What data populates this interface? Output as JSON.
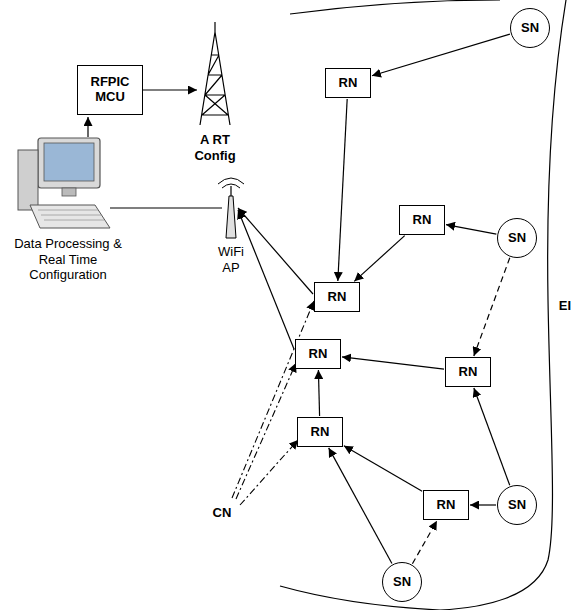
{
  "diagram": {
    "nodes": [
      {
        "text": [
          "RFPIC MCU"
        ]
      },
      {
        "text": [
          "SN"
        ]
      },
      {
        "text": [
          "RN"
        ]
      },
      {
        "text": [
          "RN"
        ]
      },
      {
        "text": [
          "SN"
        ]
      },
      {
        "text": [
          "RN"
        ]
      },
      {
        "text": [
          "RN"
        ]
      },
      {
        "text": [
          "RN"
        ]
      },
      {
        "text": [
          "RN"
        ]
      },
      {
        "text": [
          "RN"
        ]
      },
      {
        "text": [
          "SN"
        ]
      },
      {
        "text": [
          "SN"
        ]
      }
    ],
    "edges": [
      {
        "from": 1,
        "to": 2,
        "arrow": "to"
      },
      {
        "from": 2,
        "to": 5,
        "arrow": "to"
      },
      {
        "from": 4,
        "to": 3,
        "arrow": "to"
      },
      {
        "from": 3,
        "to": 5,
        "arrow": "to"
      },
      {
        "from": 4,
        "to": 7,
        "arrow": "to"
      },
      {
        "from": 7,
        "to": 6,
        "arrow": "to"
      },
      {
        "from": 10,
        "to": 7,
        "arrow": "to"
      },
      {
        "from": 10,
        "to": 9,
        "arrow": "to"
      },
      {
        "from": 9,
        "to": 8,
        "arrow": "to"
      },
      {
        "from": 8,
        "to": 6,
        "arrow": "to"
      },
      {
        "from": 11,
        "to": 8,
        "arrow": "to"
      },
      {
        "from": 11,
        "to": 9,
        "arrow": "to"
      }
    ],
    "labels": [
      "A RT Config",
      "WiFi AP",
      "Data Processing & Real Time Configuration",
      "CN",
      "EI"
    ]
  }
}
